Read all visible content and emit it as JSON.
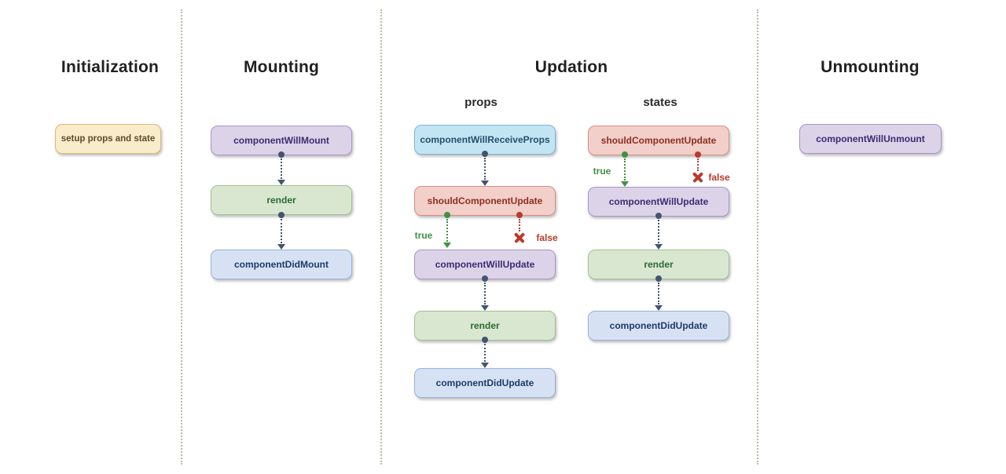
{
  "palette": {
    "page_bg": "#ffffff",
    "divider": "#b4bfa1",
    "title_text": "#212121",
    "subtitle_text": "#2b2b2b",
    "arrow_slate": "#44546f",
    "branch_true": "#3f9140",
    "branch_false": "#b93a2c",
    "node_init_bg": "#f9ecca",
    "node_init_border": "#d9ba76",
    "node_init_text": "#5d4a31",
    "node_purple_bg": "#dcd3e9",
    "node_purple_border": "#a995c6",
    "node_purple_text": "#3e2b72",
    "node_green_bg": "#d9e7d1",
    "node_green_border": "#9fc28f",
    "node_green_text": "#2d6a32",
    "node_blue_bg": "#d6e2f4",
    "node_blue_border": "#97b2d8",
    "node_blue_text": "#1e3a6b",
    "node_cyan_bg": "#c3e5f3",
    "node_cyan_border": "#77b7d4",
    "node_cyan_text": "#23506e",
    "node_red_bg": "#f2cfc9",
    "node_red_border": "#d88d84",
    "node_red_text": "#8e2e23"
  },
  "icons": {
    "false_icon": "x-mark"
  },
  "sections": {
    "initialization": {
      "title": "Initialization",
      "setup": "setup props and state"
    },
    "mounting": {
      "title": "Mounting",
      "will_mount": "componentWillMount",
      "render": "render",
      "did_mount": "componentDidMount"
    },
    "updation": {
      "title": "Updation",
      "props_column": {
        "label": "props",
        "will_receive_props": "componentWillReceiveProps",
        "should_update": "shouldComponentUpdate",
        "true_label": "true",
        "false_label": "false",
        "will_update": "componentWillUpdate",
        "render": "render",
        "did_update": "componentDidUpdate"
      },
      "states_column": {
        "label": "states",
        "should_update": "shouldComponentUpdate",
        "true_label": "true",
        "false_label": "false",
        "will_update": "componentWillUpdate",
        "render": "render",
        "did_update": "componentDidUpdate"
      }
    },
    "unmounting": {
      "title": "Unmounting",
      "will_unmount": "componentWillUnmount"
    }
  }
}
